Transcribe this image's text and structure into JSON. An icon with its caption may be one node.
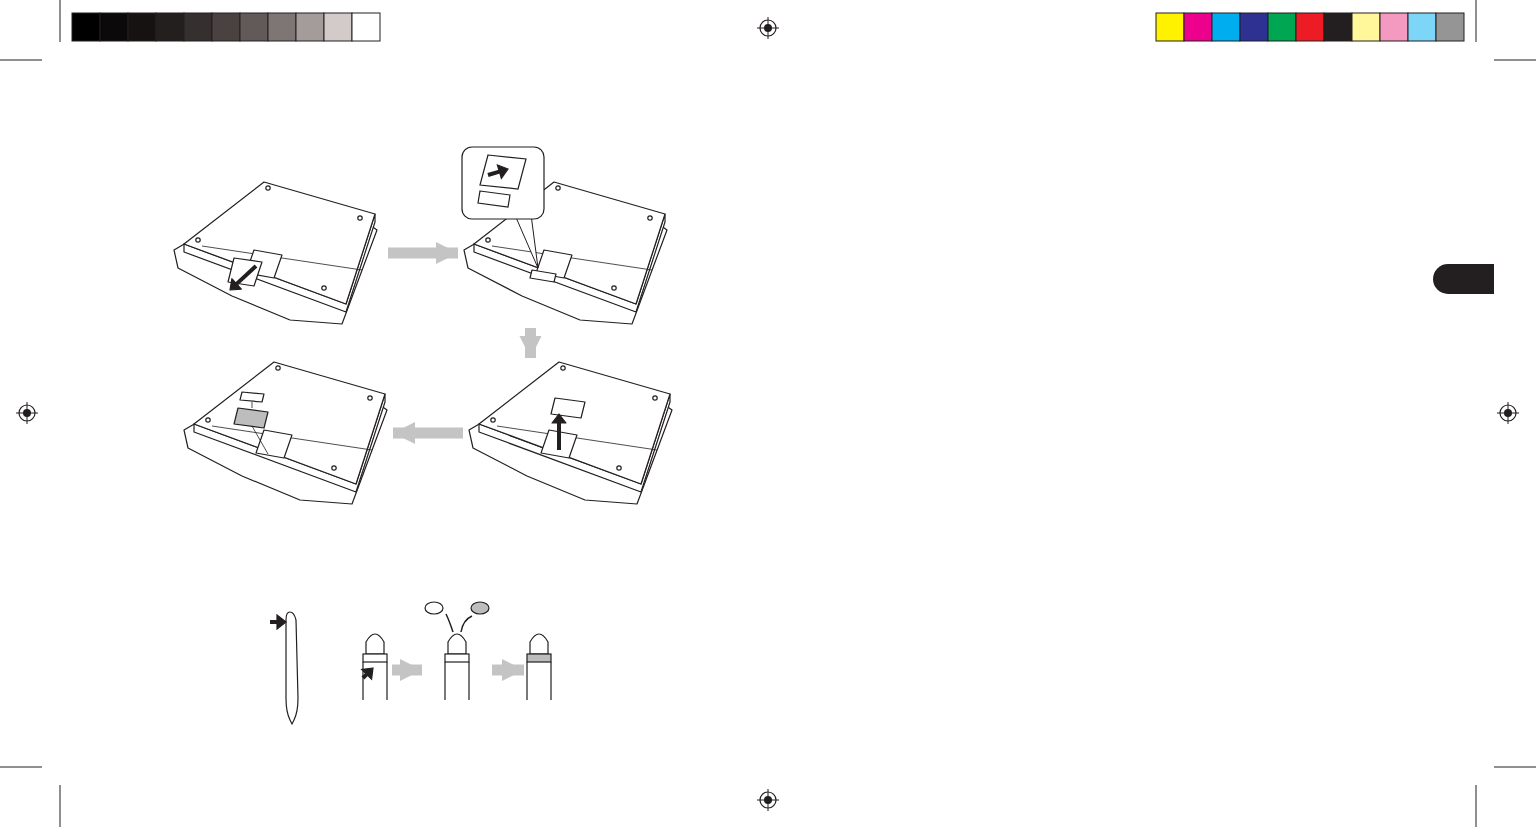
{
  "diagram": {
    "nodes": [
      {
        "text": [],
        "shape": "picture"
      },
      {
        "text": [],
        "shape": "picture"
      },
      {
        "text": [],
        "shape": "picture"
      },
      {
        "text": [],
        "shape": "picture"
      },
      {
        "text": [],
        "shape": "picture"
      },
      {
        "text": [],
        "shape": "picture"
      },
      {
        "text": [],
        "shape": "picture"
      },
      {
        "text": [],
        "shape": "picture"
      }
    ],
    "edges": [
      {
        "from": 0,
        "to": 1,
        "arrow": "to"
      },
      {
        "from": 1,
        "to": 2,
        "arrow": "to"
      },
      {
        "from": 2,
        "to": 3,
        "arrow": "to"
      },
      {
        "from": 5,
        "to": 6,
        "arrow": "to"
      },
      {
        "from": 6,
        "to": 7,
        "arrow": "to"
      }
    ]
  }
}
